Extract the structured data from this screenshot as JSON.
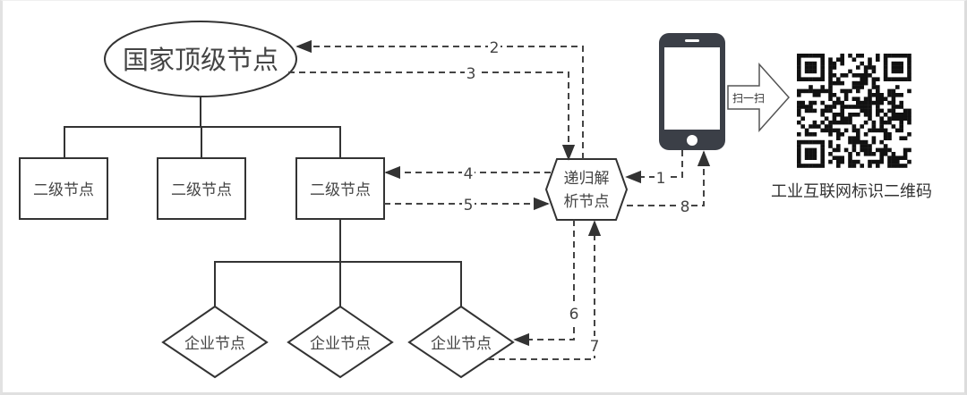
{
  "nodes": {
    "top_level": "国家顶级节点",
    "secondary": [
      "二级节点",
      "二级节点",
      "二级节点"
    ],
    "enterprise": [
      "企业节点",
      "企业节点",
      "企业节点"
    ],
    "recursive_line1": "递归解",
    "recursive_line2": "析节点"
  },
  "phone": {
    "icon": "smartphone-icon"
  },
  "scan_arrow": {
    "label": "扫一扫"
  },
  "qr": {
    "icon": "qr-code-icon",
    "caption": "工业互联网标识二维码"
  },
  "flows": [
    {
      "step": "1",
      "from": "phone",
      "to": "recursive-node"
    },
    {
      "step": "2",
      "from": "recursive-node",
      "to": "top-level-node"
    },
    {
      "step": "3",
      "from": "top-level-node",
      "to": "recursive-node"
    },
    {
      "step": "4",
      "from": "recursive-node",
      "to": "secondary-node"
    },
    {
      "step": "5",
      "from": "secondary-node",
      "to": "recursive-node"
    },
    {
      "step": "6",
      "from": "recursive-node",
      "to": "enterprise-node"
    },
    {
      "step": "7",
      "from": "enterprise-node",
      "to": "recursive-node"
    },
    {
      "step": "8",
      "from": "recursive-node",
      "to": "phone"
    }
  ],
  "colors": {
    "stroke": "#333333",
    "dash": "#444444",
    "phone": "#3b3f47"
  }
}
